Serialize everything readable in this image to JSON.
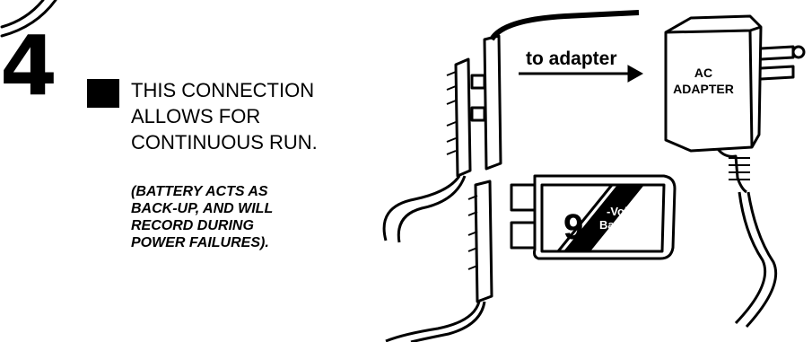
{
  "step": {
    "number": "4"
  },
  "instruction": {
    "lines": [
      "THIS CONNECTION",
      "ALLOWS FOR",
      "CONTINUOUS RUN."
    ],
    "note_lines": [
      "(BATTERY ACTS AS",
      "BACK-UP, AND WILL",
      "RECORD DURING",
      "POWER FAILURES)."
    ]
  },
  "illustration": {
    "arrow_label": "to adapter",
    "adapter_label_1": "AC",
    "adapter_label_2": "ADAPTER",
    "battery_number": "9",
    "battery_volt": "-Volt",
    "battery_word": "Battery"
  }
}
